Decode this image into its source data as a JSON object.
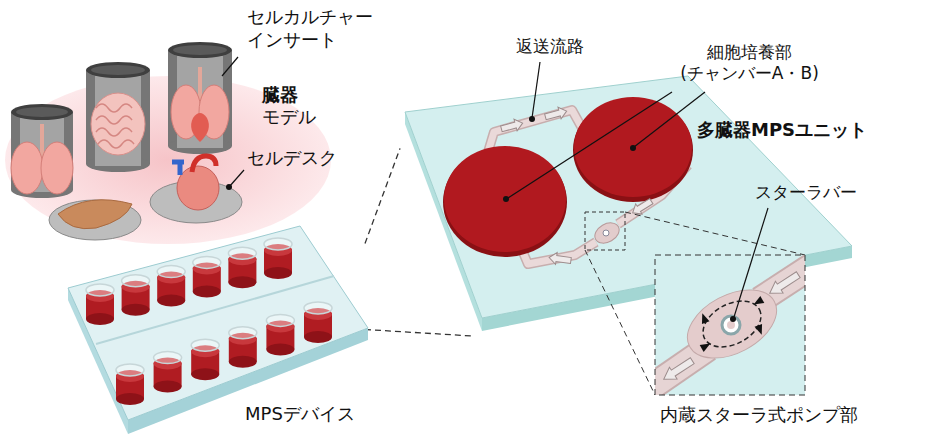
{
  "diagram": {
    "nodes": [
      {
        "text": [
          "臓器",
          "モデル"
        ]
      },
      {
        "text": [
          "MPSデバイス"
        ]
      },
      {
        "text": [
          "多臓器MPSユニット"
        ]
      }
    ],
    "edges": [
      {
        "from": 1,
        "to": 2,
        "arrow": "none"
      },
      {
        "from": 1,
        "to": 2,
        "arrow": "none"
      }
    ],
    "labels": [
      "セルカルチャー インサート",
      "セルデスク",
      "返送流路",
      "細胞培養部 (チャンバーA・B)",
      "スターラバー",
      "内蔵スターラ式ポンプ部"
    ]
  }
}
